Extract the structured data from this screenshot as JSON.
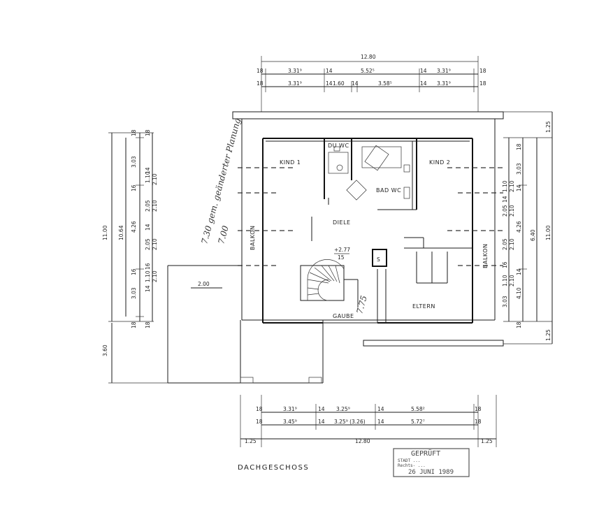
{
  "drawing": {
    "title": "DACHGESCHOSS",
    "rooms": {
      "kind1": "KIND 1",
      "kind2": "KIND 2",
      "du_wc": "DU WC",
      "bad_wc": "BAD WC",
      "diele": "DIELE",
      "eltern": "ELTERN",
      "gaube": "GAUBE",
      "balkon_left": "BALKON",
      "balkon_right": "BALKON",
      "chimney": "S"
    },
    "stair_level": "+2.77",
    "stair_level_sub": "15",
    "level_marker_left": "2.00",
    "handwritten": {
      "line1": "7.30 gem. geänderter Planung",
      "line2": "7.00",
      "line3": "7.75"
    }
  },
  "dimensions": {
    "top_overall": "12.80",
    "top_row1": [
      "18",
      "3.31⁹",
      "14",
      "5.52⁵",
      "14",
      "3.31⁹",
      "18"
    ],
    "top_row2": [
      "18",
      "3.31⁹",
      "14",
      "1.60",
      "14",
      "3.58⁵",
      "14",
      "3.31⁹",
      "18"
    ],
    "bottom_row1": [
      "18",
      "3.31⁹",
      "14",
      "3.25⁹",
      "14",
      "5.58²",
      "18"
    ],
    "bottom_row2": [
      "18",
      "3.45⁹",
      "14",
      "3.25⁹ (3.26)",
      "14",
      "5.72⁷",
      "18"
    ],
    "bottom_overall": [
      "1.25",
      "12.80",
      "1.25"
    ],
    "left_overall": "11.00",
    "left_inner": "10.64",
    "left_depth": "3.60",
    "left_chain_a": [
      "18",
      "3.03",
      "16",
      "4.26",
      "16",
      "3.03",
      "18"
    ],
    "left_chain_b": [
      "18",
      "14",
      "1.10",
      "2.10",
      "2.05",
      "2.10",
      "14",
      "2.05",
      "2.10",
      "16",
      "1.10",
      "2.10",
      "14",
      "18"
    ],
    "right_overall": "11.00",
    "right_inner": "6.40",
    "right_top": "1.25",
    "right_bottom": "1.25",
    "right_chain_a": [
      "18",
      "3.03",
      "14",
      "4.26",
      "14",
      "4.10",
      "18"
    ],
    "right_chain_b": [
      "1.10",
      "2.10",
      "14",
      "2.05",
      "2.10",
      "2.05",
      "2.10",
      "16",
      "1.10",
      "2.10",
      "3.03"
    ]
  },
  "stamp": {
    "line1": "GEPRÜFT",
    "line2": "STADT ...",
    "line3": "Rechts- ... ",
    "date": "26 JUNI 1989"
  }
}
